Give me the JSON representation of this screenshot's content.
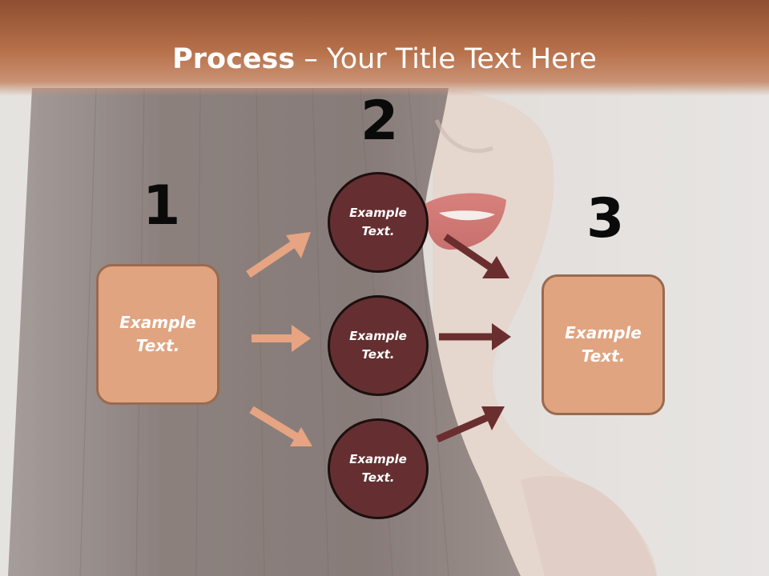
{
  "title": {
    "bold": "Process",
    "rest": " – Your Title Text Here"
  },
  "steps": {
    "one": "1",
    "two": "2",
    "three": "3"
  },
  "left_box": {
    "text": "Example\nText."
  },
  "right_box": {
    "text": "Example\nText."
  },
  "circles": [
    {
      "text": "Example\nText."
    },
    {
      "text": "Example\nText."
    },
    {
      "text": "Example\nText."
    }
  ],
  "colors": {
    "title_bar": "#b8724c",
    "box_fill": "#e0a480",
    "box_border": "#9a6a50",
    "circle_fill": "#652f31",
    "light_arrow": "#e6a482",
    "dark_arrow": "#6b2e2e"
  }
}
